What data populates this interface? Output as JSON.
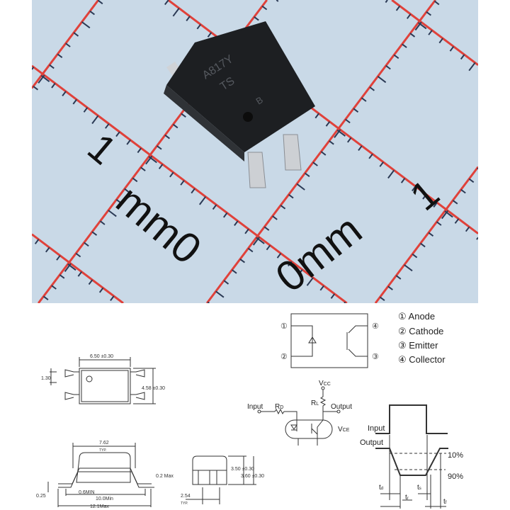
{
  "photo": {
    "ruler_left": {
      "number": "1",
      "unit_text": "mm0"
    },
    "ruler_right": {
      "number": "1",
      "unit_text": "0mm"
    },
    "chip_marking": [
      "A817Y",
      "TS",
      "B"
    ],
    "colors": {
      "background": "#c9d9e7",
      "grid": "#e0413a",
      "ticks": "#2b3a55",
      "chip": "#1d1f22",
      "pins": "#c9ccd0"
    }
  },
  "pinout": {
    "pins": [
      "①",
      "②",
      "③",
      "④"
    ],
    "legend": [
      "① Anode",
      "② Cathode",
      "③ Emitter",
      "④ Collector"
    ]
  },
  "top_view": {
    "width_dim": "6.50 ±0.30",
    "pitch_dim": "1.30",
    "height_dim": "4.58 ±0.30"
  },
  "side_view": {
    "body_dim": "7.62",
    "body_dim_note": "TYP.",
    "lead_thickness": "0.25",
    "lead_min": "0.6MIN",
    "span_min": "10.0Min",
    "span_max": "12.1Max",
    "standoff": "0.2 Max"
  },
  "end_view": {
    "body_height": "3.50 ±0.30",
    "total_height": "3.60 ±0.30",
    "pitch": "2.54",
    "pitch_note": "TYP."
  },
  "circuit": {
    "input": "Input",
    "rd": "R",
    "rd_sub": "D",
    "vcc": "V",
    "vcc_sub": "CC",
    "rl": "R",
    "rl_sub": "L",
    "output": "Output",
    "vce": "V",
    "vce_sub": "CE"
  },
  "timing": {
    "input": "Input",
    "output": "Output",
    "p10": "10%",
    "p90": "90%",
    "td": "t",
    "td_sub": "d",
    "tr": "t",
    "tr_sub": "r",
    "ts": "t",
    "ts_sub": "s",
    "tf": "t",
    "tf_sub": "f"
  }
}
